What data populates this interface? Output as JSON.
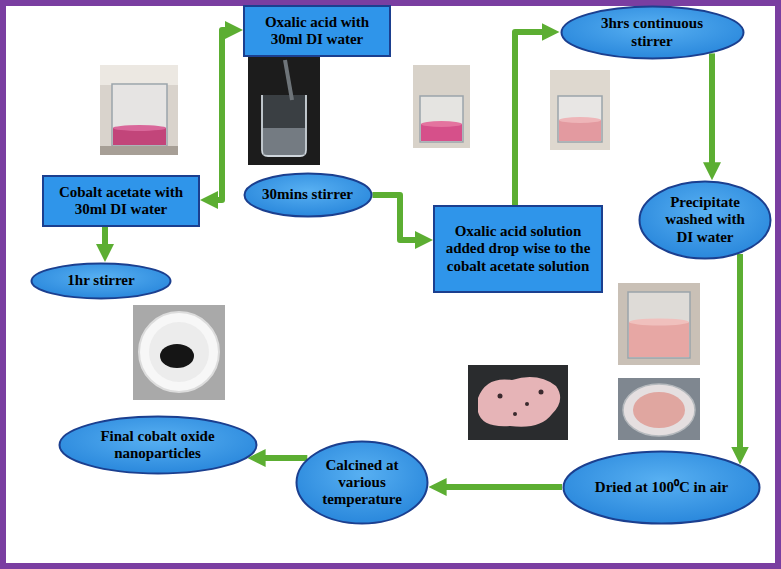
{
  "diagram": {
    "nodes": [
      {
        "text": [
          "Oxalic acid with 30ml DI water"
        ]
      },
      {
        "text": [
          "3hrs continuous stirrer"
        ]
      },
      {
        "text": [
          "Cobalt acetate with 30ml DI water"
        ]
      },
      {
        "text": [
          "30mins stirrer"
        ]
      },
      {
        "text": [
          "Oxalic acid solution added drop wise to the cobalt acetate solution"
        ]
      },
      {
        "text": [
          "Precipitate washed with DI water"
        ]
      },
      {
        "text": [
          "1hr stirrer"
        ]
      },
      {
        "text": [
          "Final cobalt oxide nanoparticles"
        ]
      },
      {
        "text": [
          "Calcined at various temperature"
        ]
      },
      {
        "text": [
          "Dried at 100⁰C in air"
        ]
      }
    ],
    "edges": [
      {
        "from": 2,
        "to": 0,
        "arrow": "both"
      },
      {
        "from": 2,
        "to": 6,
        "arrow": "to"
      },
      {
        "from": 3,
        "to": 4,
        "arrow": "to"
      },
      {
        "from": 4,
        "to": 1,
        "arrow": "to"
      },
      {
        "from": 1,
        "to": 5,
        "arrow": "to"
      },
      {
        "from": 5,
        "to": 9,
        "arrow": "to"
      },
      {
        "from": 9,
        "to": 8,
        "arrow": "to"
      },
      {
        "from": 8,
        "to": 7,
        "arrow": "to"
      }
    ]
  }
}
